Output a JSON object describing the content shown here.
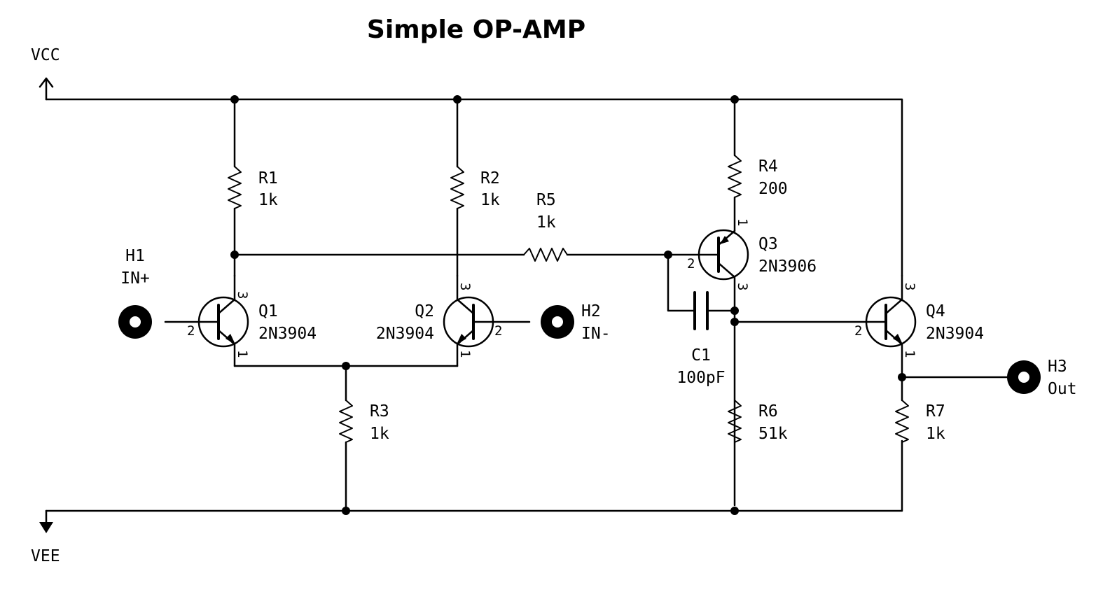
{
  "title": "Simple OP-AMP",
  "power": {
    "vcc": "VCC",
    "vee": "VEE"
  },
  "resistors": {
    "r1": {
      "ref": "R1",
      "value": "1k"
    },
    "r2": {
      "ref": "R2",
      "value": "1k"
    },
    "r3": {
      "ref": "R3",
      "value": "1k"
    },
    "r4": {
      "ref": "R4",
      "value": "200"
    },
    "r5": {
      "ref": "R5",
      "value": "1k"
    },
    "r6": {
      "ref": "R6",
      "value": "51k"
    },
    "r7": {
      "ref": "R7",
      "value": "1k"
    }
  },
  "capacitors": {
    "c1": {
      "ref": "C1",
      "value": "100pF"
    }
  },
  "transistors": {
    "q1": {
      "ref": "Q1",
      "value": "2N3904",
      "pins": {
        "b": "2",
        "c": "3",
        "e": "1"
      }
    },
    "q2": {
      "ref": "Q2",
      "value": "2N3904",
      "pins": {
        "b": "2",
        "c": "3",
        "e": "1"
      }
    },
    "q3": {
      "ref": "Q3",
      "value": "2N3906",
      "pins": {
        "b": "2",
        "c": "3",
        "e": "1"
      }
    },
    "q4": {
      "ref": "Q4",
      "value": "2N3904",
      "pins": {
        "b": "2",
        "c": "3",
        "e": "1"
      }
    }
  },
  "connectors": {
    "h1": {
      "ref": "H1",
      "value": "IN+"
    },
    "h2": {
      "ref": "H2",
      "value": "IN-"
    },
    "h3": {
      "ref": "H3",
      "value": "Out"
    }
  }
}
